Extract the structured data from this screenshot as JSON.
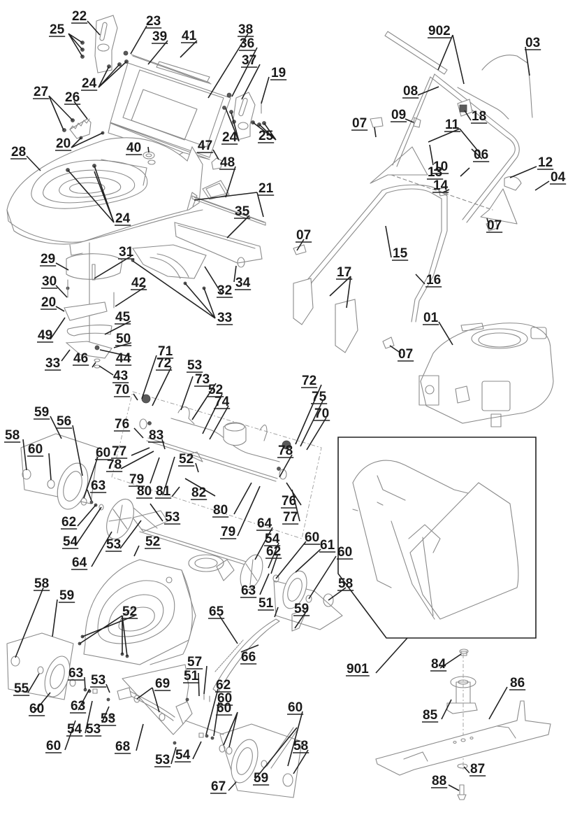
{
  "diagram": {
    "title": "Lawn mower exploded parts diagram",
    "groups": {
      "handle_assembly": [
        "902",
        "03",
        "08",
        "09",
        "18",
        "07",
        "11",
        "06",
        "10",
        "13",
        "12",
        "04",
        "14",
        "15",
        "16",
        "17",
        "07"
      ],
      "deck_upper": [
        "22",
        "23",
        "39",
        "41",
        "38",
        "36",
        "37",
        "19",
        "25",
        "24",
        "27",
        "26",
        "20",
        "28",
        "40",
        "47",
        "48",
        "21",
        "35",
        "34"
      ],
      "discharge": [
        "29",
        "31",
        "30",
        "42",
        "20",
        "49",
        "45",
        "50",
        "44",
        "33",
        "46",
        "43",
        "32",
        "33"
      ],
      "drive_axle": [
        "71",
        "72",
        "53",
        "73",
        "52",
        "74",
        "70",
        "76",
        "83",
        "77",
        "78",
        "79",
        "80",
        "81",
        "82",
        "75"
      ],
      "wheels": [
        "58",
        "59",
        "56",
        "60",
        "63",
        "62",
        "54",
        "64",
        "61",
        "55",
        "67",
        "65",
        "66",
        "57",
        "51",
        "68",
        "69"
      ],
      "engine": [
        "01"
      ],
      "grass_bag": [
        "901"
      ],
      "blade": [
        "84",
        "85",
        "86",
        "87",
        "88"
      ]
    },
    "labels": [
      {
        "id": "l22",
        "text": "22"
      },
      {
        "id": "l23",
        "text": "23"
      },
      {
        "id": "l25a",
        "text": "25"
      },
      {
        "id": "l39",
        "text": "39"
      },
      {
        "id": "l41",
        "text": "41"
      },
      {
        "id": "l38",
        "text": "38"
      },
      {
        "id": "l36",
        "text": "36"
      },
      {
        "id": "l37",
        "text": "37"
      },
      {
        "id": "l19",
        "text": "19"
      },
      {
        "id": "l24a",
        "text": "24"
      },
      {
        "id": "l27",
        "text": "27"
      },
      {
        "id": "l26",
        "text": "26"
      },
      {
        "id": "l20a",
        "text": "20"
      },
      {
        "id": "l24b",
        "text": "24"
      },
      {
        "id": "l25b",
        "text": "25"
      },
      {
        "id": "l28",
        "text": "28"
      },
      {
        "id": "l40",
        "text": "40"
      },
      {
        "id": "l47",
        "text": "47"
      },
      {
        "id": "l48",
        "text": "48"
      },
      {
        "id": "l24c",
        "text": "24"
      },
      {
        "id": "l21",
        "text": "21"
      },
      {
        "id": "l35",
        "text": "35"
      },
      {
        "id": "l29",
        "text": "29"
      },
      {
        "id": "l31",
        "text": "31"
      },
      {
        "id": "l30",
        "text": "30"
      },
      {
        "id": "l42",
        "text": "42"
      },
      {
        "id": "l20b",
        "text": "20"
      },
      {
        "id": "l32",
        "text": "32"
      },
      {
        "id": "l34",
        "text": "34"
      },
      {
        "id": "l33a",
        "text": "33"
      },
      {
        "id": "l49",
        "text": "49"
      },
      {
        "id": "l45",
        "text": "45"
      },
      {
        "id": "l50",
        "text": "50"
      },
      {
        "id": "l44",
        "text": "44"
      },
      {
        "id": "l33b",
        "text": "33"
      },
      {
        "id": "l46",
        "text": "46"
      },
      {
        "id": "l43",
        "text": "43"
      },
      {
        "id": "l902",
        "text": "902"
      },
      {
        "id": "l03",
        "text": "03"
      },
      {
        "id": "l08",
        "text": "08"
      },
      {
        "id": "l09",
        "text": "09"
      },
      {
        "id": "l18",
        "text": "18"
      },
      {
        "id": "l07a",
        "text": "07"
      },
      {
        "id": "l11",
        "text": "11"
      },
      {
        "id": "l06",
        "text": "06"
      },
      {
        "id": "l10",
        "text": "10"
      },
      {
        "id": "l13",
        "text": "13"
      },
      {
        "id": "l12",
        "text": "12"
      },
      {
        "id": "l04",
        "text": "04"
      },
      {
        "id": "l14",
        "text": "14"
      },
      {
        "id": "l07b",
        "text": "07"
      },
      {
        "id": "l07c",
        "text": "07"
      },
      {
        "id": "l15",
        "text": "15"
      },
      {
        "id": "l16",
        "text": "16"
      },
      {
        "id": "l17",
        "text": "17"
      },
      {
        "id": "l07d",
        "text": "07"
      },
      {
        "id": "l01",
        "text": "01"
      },
      {
        "id": "l71",
        "text": "71"
      },
      {
        "id": "l72a",
        "text": "72"
      },
      {
        "id": "l53a",
        "text": "53"
      },
      {
        "id": "l73",
        "text": "73"
      },
      {
        "id": "l52a",
        "text": "52"
      },
      {
        "id": "l74",
        "text": "74"
      },
      {
        "id": "l70a",
        "text": "70"
      },
      {
        "id": "l72b",
        "text": "72"
      },
      {
        "id": "l75",
        "text": "75"
      },
      {
        "id": "l70b",
        "text": "70"
      },
      {
        "id": "l76a",
        "text": "76"
      },
      {
        "id": "l83",
        "text": "83"
      },
      {
        "id": "l77a",
        "text": "77"
      },
      {
        "id": "l78a",
        "text": "78"
      },
      {
        "id": "l79a",
        "text": "79"
      },
      {
        "id": "l80a",
        "text": "80"
      },
      {
        "id": "l52b",
        "text": "52"
      },
      {
        "id": "l81",
        "text": "81"
      },
      {
        "id": "l82",
        "text": "82"
      },
      {
        "id": "l78b",
        "text": "78"
      },
      {
        "id": "l80b",
        "text": "80"
      },
      {
        "id": "l76b",
        "text": "76"
      },
      {
        "id": "l79b",
        "text": "79"
      },
      {
        "id": "l77b",
        "text": "77"
      },
      {
        "id": "l59a",
        "text": "59"
      },
      {
        "id": "l56",
        "text": "56"
      },
      {
        "id": "l58a",
        "text": "58"
      },
      {
        "id": "l60a",
        "text": "60"
      },
      {
        "id": "l60b",
        "text": "60"
      },
      {
        "id": "l63a",
        "text": "63"
      },
      {
        "id": "l62a",
        "text": "62"
      },
      {
        "id": "l54a",
        "text": "54"
      },
      {
        "id": "l64a",
        "text": "64"
      },
      {
        "id": "l53b",
        "text": "53"
      },
      {
        "id": "l53c",
        "text": "53"
      },
      {
        "id": "l52c",
        "text": "52"
      },
      {
        "id": "l64b",
        "text": "64"
      },
      {
        "id": "l54b",
        "text": "54"
      },
      {
        "id": "l60c",
        "text": "60"
      },
      {
        "id": "l62b",
        "text": "62"
      },
      {
        "id": "l61",
        "text": "61"
      },
      {
        "id": "l60d",
        "text": "60"
      },
      {
        "id": "l63b",
        "text": "63"
      },
      {
        "id": "l58b",
        "text": "58"
      },
      {
        "id": "l51a",
        "text": "51"
      },
      {
        "id": "l59b",
        "text": "59"
      },
      {
        "id": "l58c",
        "text": "58"
      },
      {
        "id": "l59c",
        "text": "59"
      },
      {
        "id": "l52d",
        "text": "52"
      },
      {
        "id": "l65",
        "text": "65"
      },
      {
        "id": "l66",
        "text": "66"
      },
      {
        "id": "l901",
        "text": "901"
      },
      {
        "id": "l57",
        "text": "57"
      },
      {
        "id": "l51b",
        "text": "51"
      },
      {
        "id": "l84",
        "text": "84"
      },
      {
        "id": "l86",
        "text": "86"
      },
      {
        "id": "l63c",
        "text": "63"
      },
      {
        "id": "l53d",
        "text": "53"
      },
      {
        "id": "l69",
        "text": "69"
      },
      {
        "id": "l62c",
        "text": "62"
      },
      {
        "id": "l60e",
        "text": "60"
      },
      {
        "id": "l55",
        "text": "55"
      },
      {
        "id": "l60f",
        "text": "60"
      },
      {
        "id": "l53e",
        "text": "53"
      },
      {
        "id": "l63d",
        "text": "63"
      },
      {
        "id": "l85",
        "text": "85"
      },
      {
        "id": "l60g",
        "text": "60"
      },
      {
        "id": "l54c",
        "text": "54"
      },
      {
        "id": "l53f",
        "text": "53"
      },
      {
        "id": "l60h",
        "text": "60"
      },
      {
        "id": "l60i",
        "text": "60"
      },
      {
        "id": "l68",
        "text": "68"
      },
      {
        "id": "l53g",
        "text": "53"
      },
      {
        "id": "l54d",
        "text": "54"
      },
      {
        "id": "l58d",
        "text": "58"
      },
      {
        "id": "l88",
        "text": "88"
      },
      {
        "id": "l87",
        "text": "87"
      },
      {
        "id": "l67",
        "text": "67"
      },
      {
        "id": "l59d",
        "text": "59"
      }
    ]
  }
}
